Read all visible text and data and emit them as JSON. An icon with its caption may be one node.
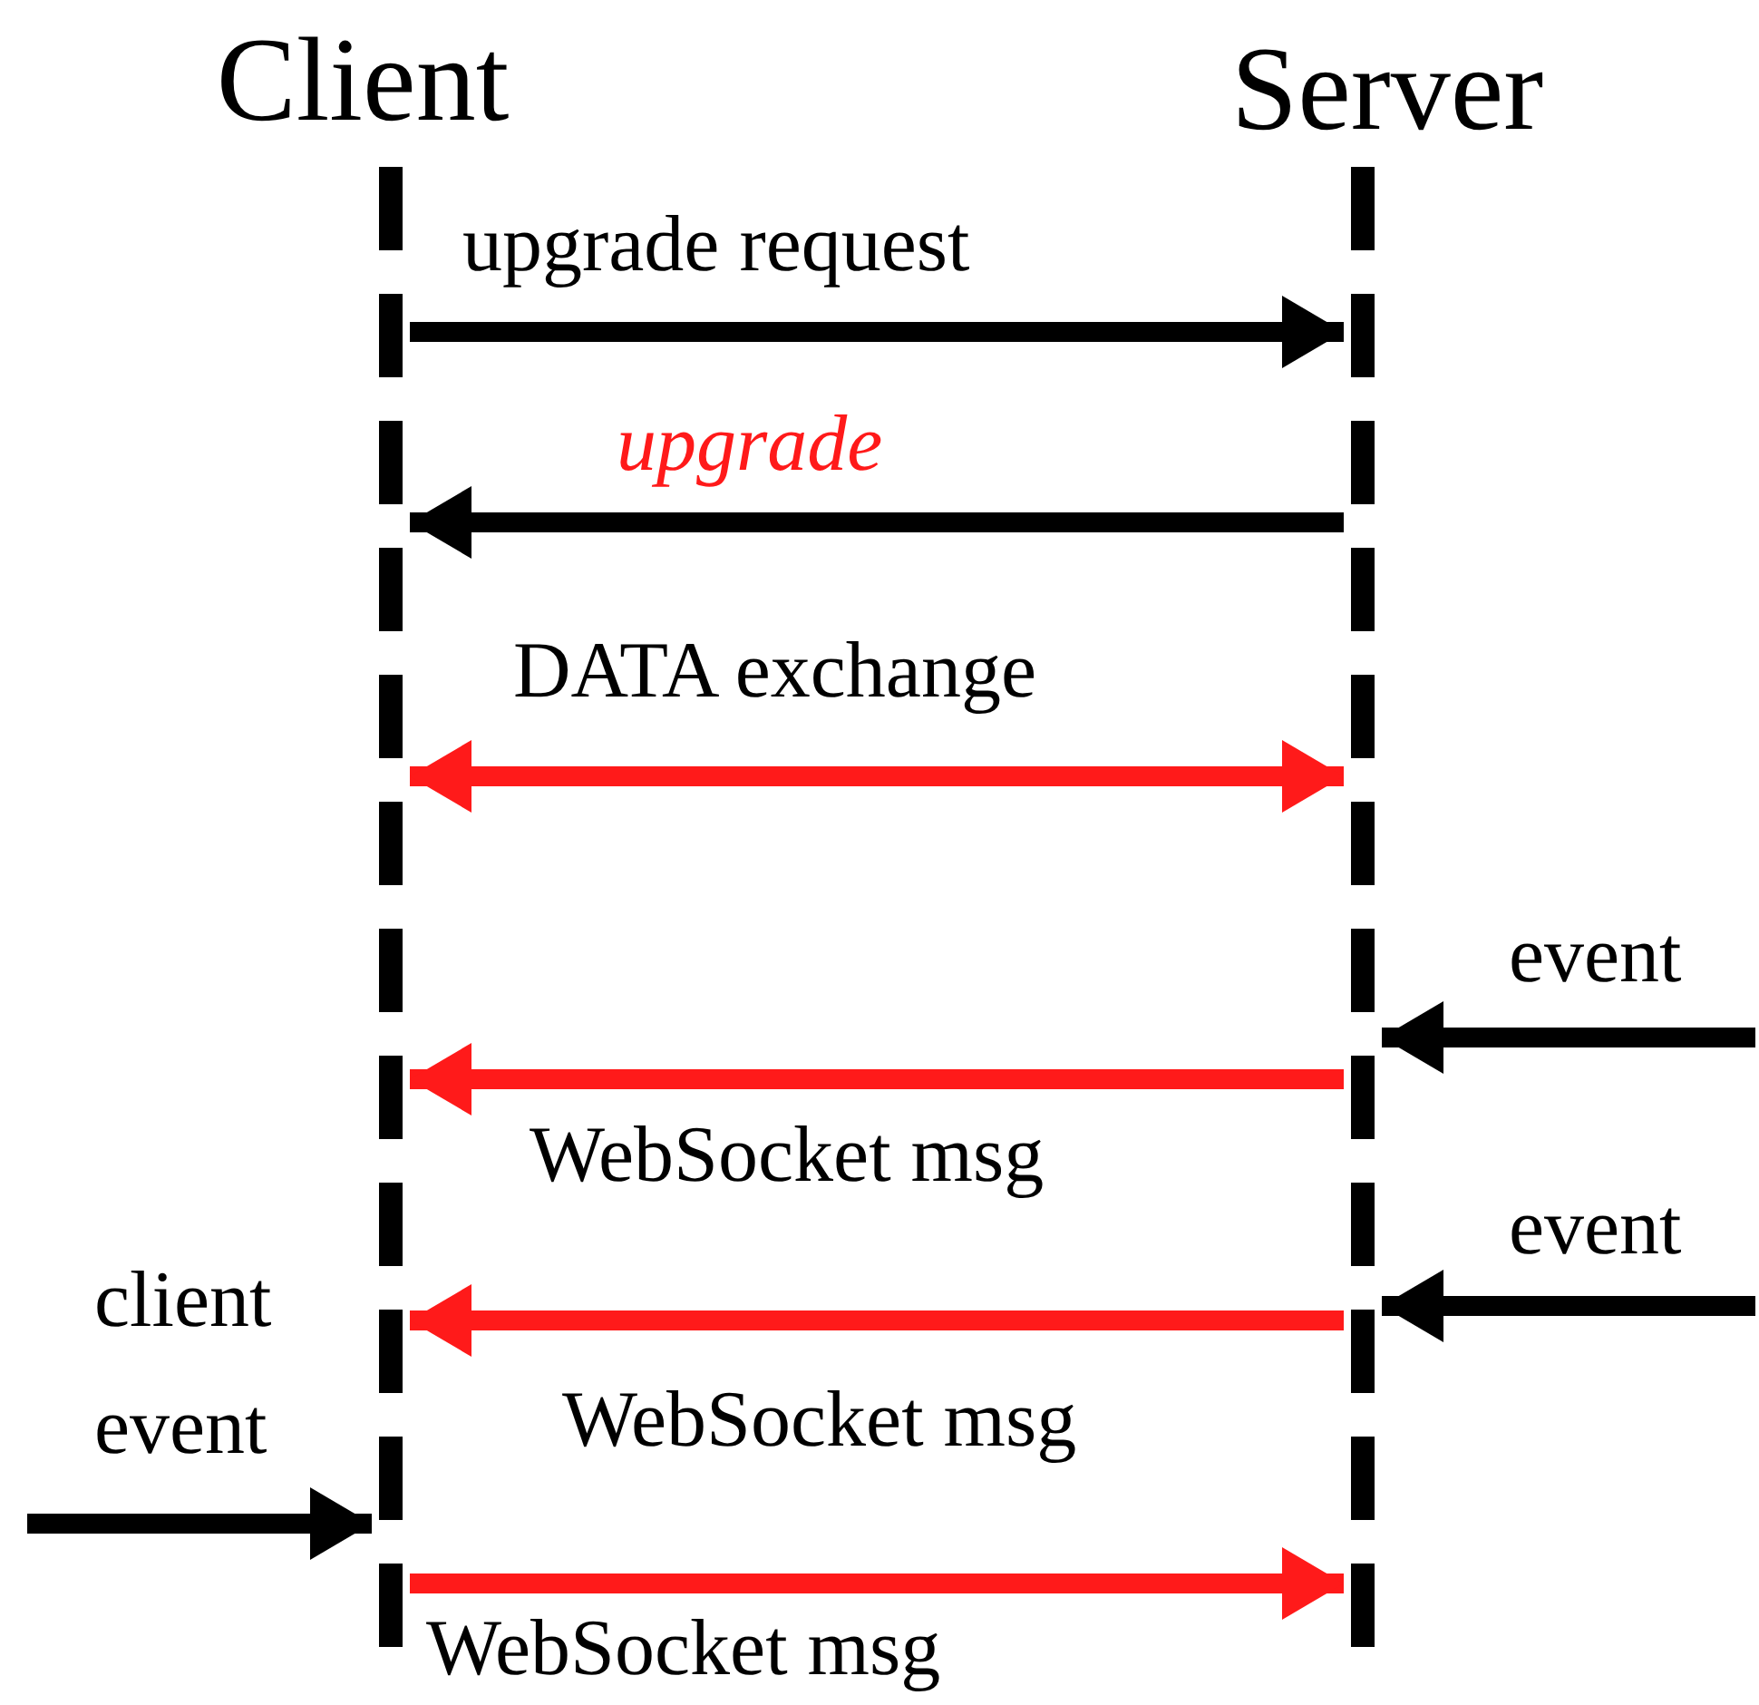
{
  "diagram": {
    "nodes": [
      {
        "text": [
          "Client"
        ]
      },
      {
        "text": [
          "Server"
        ]
      },
      {
        "text": [],
        "shape": "bar"
      },
      {
        "text": [],
        "shape": "bar"
      }
    ],
    "edges": [
      {
        "from": 2,
        "to": 3,
        "arrow": "to",
        "label": "upgrade request"
      },
      {
        "from": 3,
        "to": 2,
        "arrow": "to",
        "label": "upgrade"
      },
      {
        "from": 2,
        "to": 3,
        "arrow": "both",
        "label": "DATA exchange",
        "color": "#ff1a1a"
      },
      {
        "from": null,
        "to": 3,
        "arrow": "to",
        "label": "event"
      },
      {
        "from": 3,
        "to": 2,
        "arrow": "to",
        "label": "WebSocket msg",
        "color": "#ff1a1a"
      },
      {
        "from": null,
        "to": 3,
        "arrow": "to",
        "label": "event"
      },
      {
        "from": 3,
        "to": 2,
        "arrow": "to",
        "label": "WebSocket msg",
        "color": "#ff1a1a"
      },
      {
        "from": null,
        "to": 2,
        "arrow": "to",
        "label": "client event"
      },
      {
        "from": 2,
        "to": 3,
        "arrow": "to",
        "label": "WebSocket msg",
        "color": "#ff1a1a"
      }
    ]
  }
}
